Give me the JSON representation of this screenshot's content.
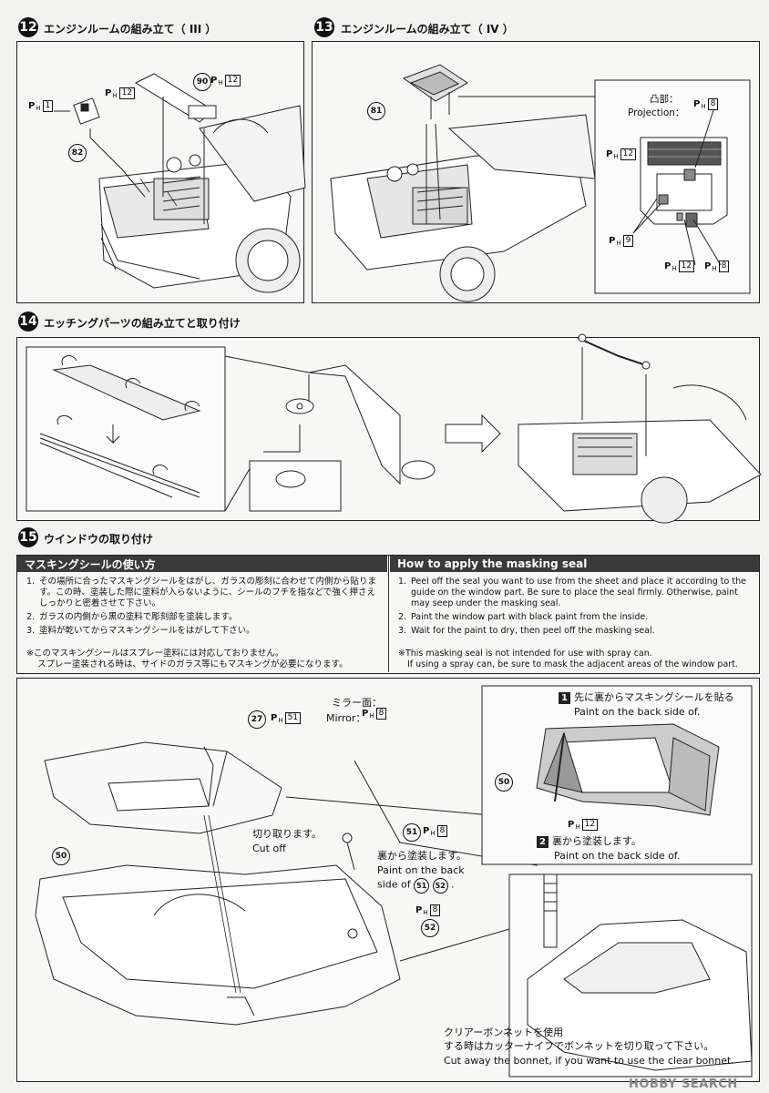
{
  "steps": {
    "s12": {
      "num": "12",
      "title": "エンジンルームの組み立て（ III ）"
    },
    "s13": {
      "num": "13",
      "title": "エンジンルームの組み立て（ IV ）"
    },
    "s14": {
      "num": "14",
      "title": "エッチングパーツの組み立てと取り付け"
    },
    "s15": {
      "num": "15",
      "title": "ウインドウの取り付け"
    }
  },
  "step12": {
    "ph1": {
      "p": "P",
      "h": "H",
      "box": "1"
    },
    "ph12": {
      "p": "P",
      "h": "H",
      "box": "12"
    },
    "ph12b": {
      "p": "P",
      "h": "H",
      "box": "12"
    },
    "part90": "90",
    "part82": "82"
  },
  "step13": {
    "part81": "81",
    "projection_jp": "凸部：",
    "projection_en": "Projection：",
    "ph8a": {
      "p": "P",
      "h": "H",
      "box": "8"
    },
    "ph12": {
      "p": "P",
      "h": "H",
      "box": "12"
    },
    "ph9": {
      "p": "P",
      "h": "H",
      "box": "9"
    },
    "ph12b": {
      "p": "P",
      "h": "H",
      "box": "12"
    },
    "ph8b": {
      "p": "P",
      "h": "H",
      "box": "8"
    }
  },
  "masking": {
    "jp_header": "マスキングシールの使い方",
    "en_header": "How to apply the masking seal",
    "jp_items": [
      {
        "n": "1.",
        "text": "その場所に合ったマスキングシールをはがし、ガラスの彫刻に合わせて内側から貼ります。この時、塗装した際に塗料が入らないように、シールのフチを指などで強く押さえしっかりと密着させて下さい。"
      },
      {
        "n": "2.",
        "text": "ガラスの内側から黒の塗料で彫刻部を塗装します。"
      },
      {
        "n": "3.",
        "text": "塗料が乾いてからマスキングシールをはがして下さい。"
      }
    ],
    "jp_note1": "※このマスキングシールはスプレー塗料には対応しておりません。",
    "jp_note2": "スプレー塗装される時は、サイドのガラス等にもマスキングが必要になります。",
    "en_items": [
      {
        "n": "1.",
        "text": "Peel off the seal you want to use from the sheet and place it according to the guide on the window part. Be sure to place the seal firmly. Otherwise, paint may seep under the masking seal."
      },
      {
        "n": "2.",
        "text": "Paint the window part with black paint from the inside."
      },
      {
        "n": "3.",
        "text": "Wait for the paint to dry, then peel off the masking seal."
      }
    ],
    "en_note1": "※This masking seal is not intended for use with spray can.",
    "en_note2": "If using a spray can, be sure to mask the adjacent areas of the window part."
  },
  "step15": {
    "part27": "27",
    "ph51": {
      "p": "P",
      "h": "H",
      "box": "51"
    },
    "mirror_jp": "ミラー面：",
    "mirror_en": "Mirror：",
    "ph8mirror": {
      "p": "P",
      "h": "H",
      "box": "8"
    },
    "part50": "50",
    "cut_jp": "切り取ります。",
    "cut_en": "Cut off",
    "part51": "51",
    "ph8_51": {
      "p": "P",
      "h": "H",
      "box": "8"
    },
    "paint_back_jp": "裏から塗装します。",
    "paint_back_en1": "Paint on the back",
    "paint_back_en2": "side of",
    "paint_back_parts": [
      "51",
      "52"
    ],
    "ph8_52": {
      "p": "P",
      "h": "H",
      "box": "8"
    },
    "part52": "52",
    "inset1_num": "1",
    "inset1_jp": "先に裏からマスキングシールを貼る",
    "inset1_en": "Paint on the back side of.",
    "inset_part50": "50",
    "inset_ph12": {
      "p": "P",
      "h": "H",
      "box": "12"
    },
    "inset2_num": "2",
    "inset2_jp": "裏から塗装します。",
    "inset2_en": "Paint on the back side of.",
    "bonnet_jp1": "クリアーボンネットを使用",
    "bonnet_jp2": "する時はカッターナイフでボンネットを切り取って下さい。",
    "bonnet_en": "Cut away the bonnet, if you want to use the clear bonnet."
  },
  "watermark": "HOBBY SEARCH"
}
